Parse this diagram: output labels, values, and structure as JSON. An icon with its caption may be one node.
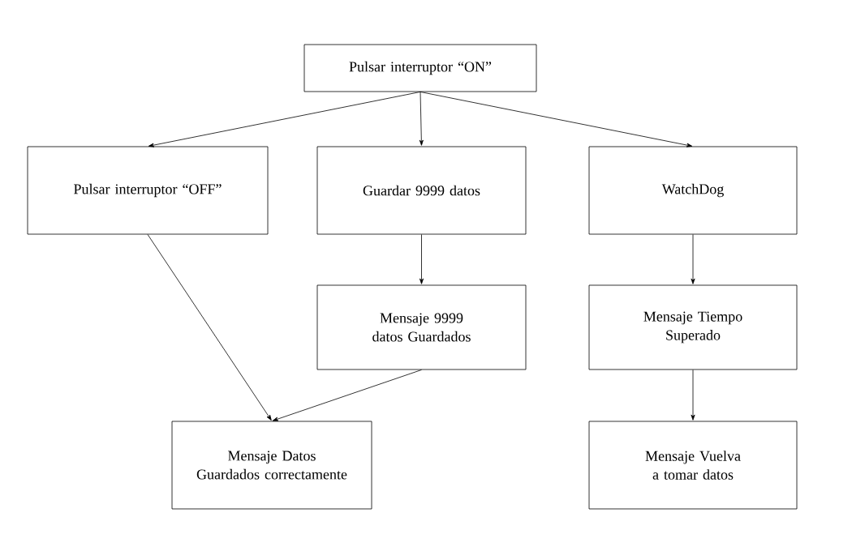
{
  "diagram": {
    "nodes": [
      {
        "text": [
          "Pulsar interruptor “ON”"
        ]
      },
      {
        "text": [
          "Pulsar interruptor “OFF”"
        ]
      },
      {
        "text": [
          "Guardar 9999 datos"
        ]
      },
      {
        "text": [
          "WatchDog"
        ]
      },
      {
        "text": [
          "Mensaje 9999 datos Guardados"
        ]
      },
      {
        "text": [
          "Mensaje Tiempo Superado"
        ]
      },
      {
        "text": [
          "Mensaje Datos Guardados correctamente"
        ]
      },
      {
        "text": [
          "Mensaje Vuelva a tomar datos"
        ]
      }
    ],
    "edges": [
      {
        "from": 0,
        "to": 1,
        "arrow": "to"
      },
      {
        "from": 0,
        "to": 2,
        "arrow": "to"
      },
      {
        "from": 0,
        "to": 3,
        "arrow": "to"
      },
      {
        "from": 2,
        "to": 4,
        "arrow": "to"
      },
      {
        "from": 3,
        "to": 5,
        "arrow": "to"
      },
      {
        "from": 1,
        "to": 6,
        "arrow": "to"
      },
      {
        "from": 4,
        "to": 6,
        "arrow": "to"
      },
      {
        "from": 5,
        "to": 7,
        "arrow": "to"
      }
    ]
  }
}
